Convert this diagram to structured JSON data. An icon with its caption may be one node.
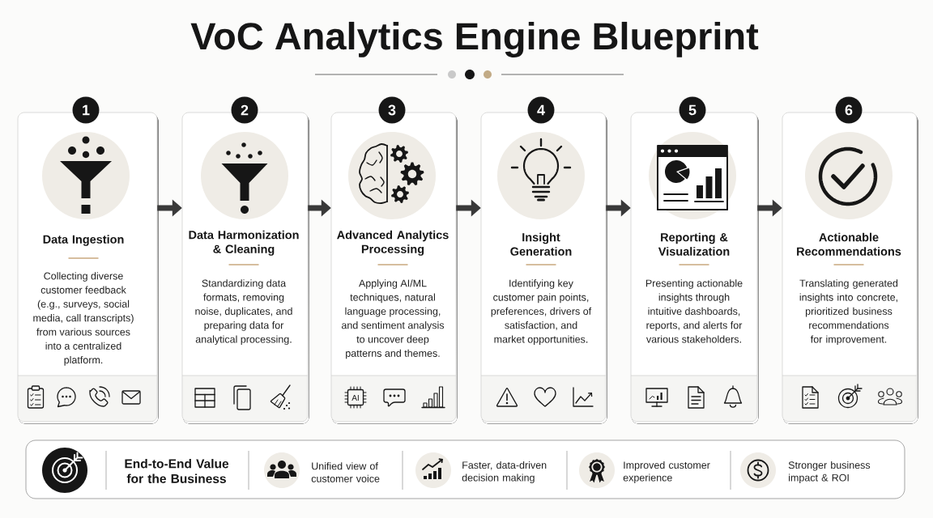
{
  "diagram": {
    "title": "VoC Analytics Engine Blueprint",
    "nodes": [
      {
        "text": [
          "1"
        ]
      },
      {
        "text": [
          "Data Ingestion",
          "Collecting diverse customer feedback (e.g., surveys, social media, call transcripts) from various sources into a centralized platform."
        ]
      },
      {
        "text": [
          "2"
        ]
      },
      {
        "text": [
          "Data Harmonization & Cleaning",
          "Standardizing data formats, removing noise, duplicates, and preparing data for analytical processing."
        ]
      },
      {
        "text": [
          "3"
        ]
      },
      {
        "text": [
          "Advanced Analytics Processing",
          "Applying AI/ML techniques, natural language processing, and sentiment analysis to uncover deep patterns and themes."
        ]
      },
      {
        "text": [
          "4"
        ]
      },
      {
        "text": [
          "Insight Generation",
          "Identifying key customer pain points, preferences, drivers of satisfaction, and market opportunities."
        ]
      },
      {
        "text": [
          "5"
        ]
      },
      {
        "text": [
          "Reporting & Visualization",
          "Presenting actionable insights through intuitive dashboards, reports, and alerts for various stakeholders."
        ]
      },
      {
        "text": [
          "6"
        ]
      },
      {
        "text": [
          "Actionable Recommendations",
          "Translating generated insights into concrete, prioritized business recommendations for improvement."
        ]
      },
      {
        "text": [
          "End-to-End Value for the Business",
          "Unified view of customer voice",
          "Faster, data-driven decision making",
          "Improved customer experience",
          "Stronger business impact & ROI"
        ]
      }
    ],
    "edges": [
      {
        "from": 1,
        "to": 3,
        "arrow": "to"
      },
      {
        "from": 3,
        "to": 5,
        "arrow": "to"
      },
      {
        "from": 5,
        "to": 7,
        "arrow": "to"
      },
      {
        "from": 7,
        "to": 9,
        "arrow": "to"
      },
      {
        "from": 9,
        "to": 11,
        "arrow": "to"
      }
    ],
    "labels": [
      "AI"
    ]
  }
}
